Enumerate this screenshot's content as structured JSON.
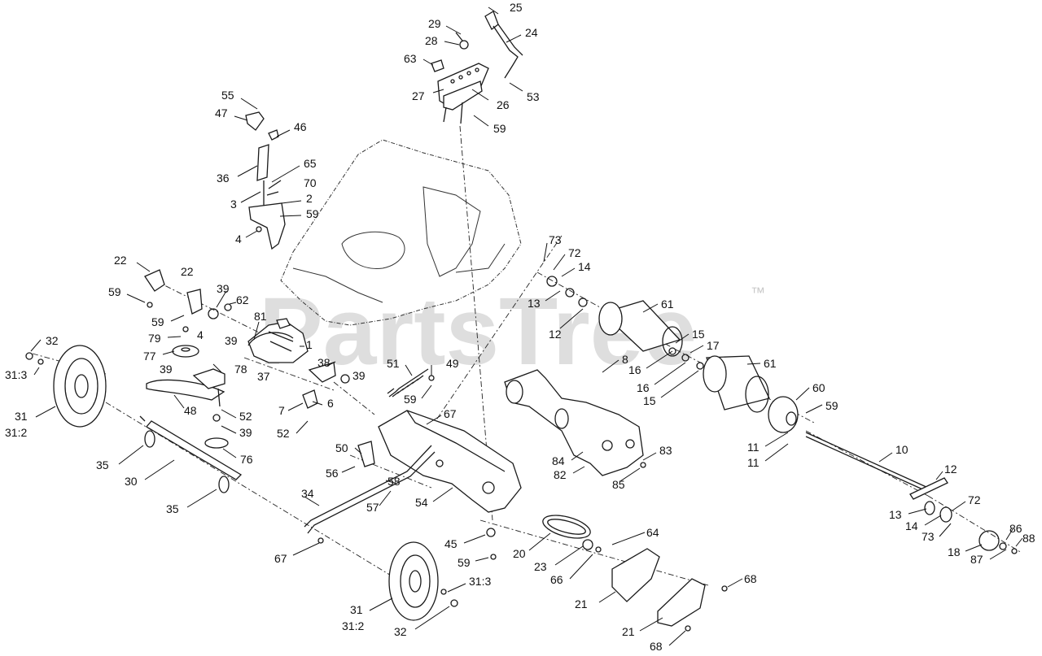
{
  "watermark": {
    "text": "PartsTree",
    "tm": "™",
    "color": "#d4d4d4"
  },
  "callouts": [
    {
      "id": "c25",
      "text": "25"
    },
    {
      "id": "c24",
      "text": "24"
    },
    {
      "id": "c29",
      "text": "29"
    },
    {
      "id": "c28",
      "text": "28"
    },
    {
      "id": "c63",
      "text": "63"
    },
    {
      "id": "c53",
      "text": "53"
    },
    {
      "id": "c27",
      "text": "27"
    },
    {
      "id": "c26",
      "text": "26"
    },
    {
      "id": "c59a",
      "text": "59"
    },
    {
      "id": "c55",
      "text": "55"
    },
    {
      "id": "c47",
      "text": "47"
    },
    {
      "id": "c46",
      "text": "46"
    },
    {
      "id": "c36",
      "text": "36"
    },
    {
      "id": "c65",
      "text": "65"
    },
    {
      "id": "c70",
      "text": "70"
    },
    {
      "id": "c3",
      "text": "3"
    },
    {
      "id": "c2",
      "text": "2"
    },
    {
      "id": "c59b",
      "text": "59"
    },
    {
      "id": "c4a",
      "text": "4"
    },
    {
      "id": "c22a",
      "text": "22"
    },
    {
      "id": "c22b",
      "text": "22"
    },
    {
      "id": "c59c",
      "text": "59"
    },
    {
      "id": "c39a",
      "text": "39"
    },
    {
      "id": "c62",
      "text": "62"
    },
    {
      "id": "c59d",
      "text": "59"
    },
    {
      "id": "c81",
      "text": "81"
    },
    {
      "id": "c79",
      "text": "79"
    },
    {
      "id": "c4b",
      "text": "4"
    },
    {
      "id": "c39b",
      "text": "39"
    },
    {
      "id": "c1",
      "text": "1"
    },
    {
      "id": "c77",
      "text": "77"
    },
    {
      "id": "c78",
      "text": "78"
    },
    {
      "id": "c37",
      "text": "37"
    },
    {
      "id": "c38",
      "text": "38"
    },
    {
      "id": "c39c",
      "text": "39"
    },
    {
      "id": "c39d",
      "text": "39"
    },
    {
      "id": "c32a",
      "text": "32"
    },
    {
      "id": "c313a",
      "text": "31:3"
    },
    {
      "id": "c31a",
      "text": "31"
    },
    {
      "id": "c312a",
      "text": "31:2"
    },
    {
      "id": "c48",
      "text": "48"
    },
    {
      "id": "c52a",
      "text": "52"
    },
    {
      "id": "c39e",
      "text": "39"
    },
    {
      "id": "c76",
      "text": "76"
    },
    {
      "id": "c7",
      "text": "7"
    },
    {
      "id": "c6",
      "text": "6"
    },
    {
      "id": "c52b",
      "text": "52"
    },
    {
      "id": "c51",
      "text": "51"
    },
    {
      "id": "c49",
      "text": "49"
    },
    {
      "id": "c59e",
      "text": "59"
    },
    {
      "id": "c67a",
      "text": "67"
    },
    {
      "id": "c50",
      "text": "50"
    },
    {
      "id": "c56",
      "text": "56"
    },
    {
      "id": "c58",
      "text": "58"
    },
    {
      "id": "c57",
      "text": "57"
    },
    {
      "id": "c54",
      "text": "54"
    },
    {
      "id": "c34",
      "text": "34"
    },
    {
      "id": "c35a",
      "text": "35"
    },
    {
      "id": "c30",
      "text": "30"
    },
    {
      "id": "c35b",
      "text": "35"
    },
    {
      "id": "c67b",
      "text": "67"
    },
    {
      "id": "c45",
      "text": "45"
    },
    {
      "id": "c59f",
      "text": "59"
    },
    {
      "id": "c31b",
      "text": "31"
    },
    {
      "id": "c312b",
      "text": "31:2"
    },
    {
      "id": "c313b",
      "text": "31:3"
    },
    {
      "id": "c32b",
      "text": "32"
    },
    {
      "id": "c73a",
      "text": "73"
    },
    {
      "id": "c72a",
      "text": "72"
    },
    {
      "id": "c14a",
      "text": "14"
    },
    {
      "id": "c13a",
      "text": "13"
    },
    {
      "id": "c12a",
      "text": "12"
    },
    {
      "id": "c61a",
      "text": "61"
    },
    {
      "id": "c15a",
      "text": "15"
    },
    {
      "id": "c17",
      "text": "17"
    },
    {
      "id": "c16a",
      "text": "16"
    },
    {
      "id": "c16b",
      "text": "16"
    },
    {
      "id": "c15b",
      "text": "15"
    },
    {
      "id": "c61b",
      "text": "61"
    },
    {
      "id": "c8",
      "text": "8"
    },
    {
      "id": "c60",
      "text": "60"
    },
    {
      "id": "c59g",
      "text": "59"
    },
    {
      "id": "c11a",
      "text": "11"
    },
    {
      "id": "c11b",
      "text": "11"
    },
    {
      "id": "c10",
      "text": "10"
    },
    {
      "id": "c84",
      "text": "84"
    },
    {
      "id": "c82",
      "text": "82"
    },
    {
      "id": "c83",
      "text": "83"
    },
    {
      "id": "c85",
      "text": "85"
    },
    {
      "id": "c12b",
      "text": "12"
    },
    {
      "id": "c13b",
      "text": "13"
    },
    {
      "id": "c14b",
      "text": "14"
    },
    {
      "id": "c72b",
      "text": "72"
    },
    {
      "id": "c73b",
      "text": "73"
    },
    {
      "id": "c18",
      "text": "18"
    },
    {
      "id": "c86",
      "text": "86"
    },
    {
      "id": "c88",
      "text": "88"
    },
    {
      "id": "c87",
      "text": "87"
    },
    {
      "id": "c20",
      "text": "20"
    },
    {
      "id": "c64",
      "text": "64"
    },
    {
      "id": "c23",
      "text": "23"
    },
    {
      "id": "c66",
      "text": "66"
    },
    {
      "id": "c68a",
      "text": "68"
    },
    {
      "id": "c21a",
      "text": "21"
    },
    {
      "id": "c21b",
      "text": "21"
    },
    {
      "id": "c68b",
      "text": "68"
    }
  ]
}
